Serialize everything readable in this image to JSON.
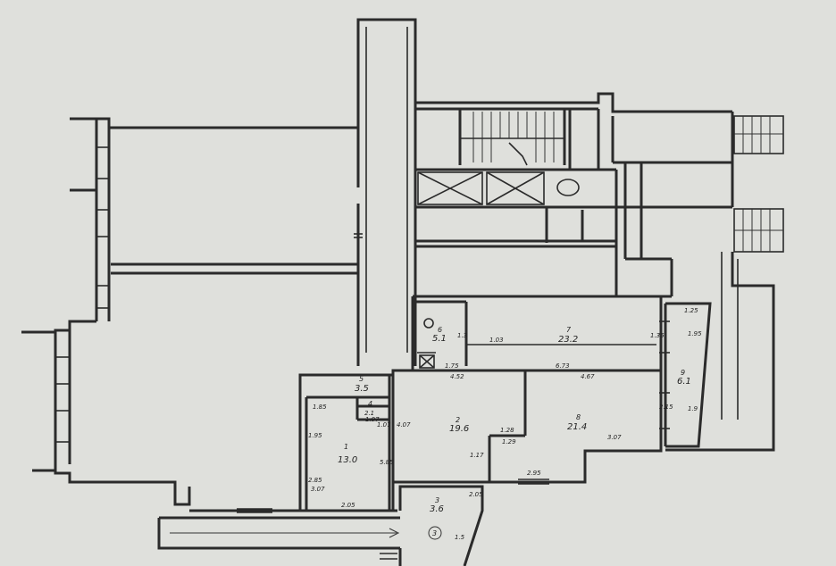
{
  "paper_color": "#dfe0dc",
  "ink_color": "#2b2b2b",
  "rooms": [
    {
      "id": "room-1",
      "number": "1",
      "area": "13.0"
    },
    {
      "id": "room-2",
      "number": "2",
      "area": "19.6"
    },
    {
      "id": "room-3",
      "number": "3",
      "area": "3.6"
    },
    {
      "id": "room-4",
      "number": "4",
      "area": "2.1"
    },
    {
      "id": "room-5",
      "number": "5",
      "area": "3.5"
    },
    {
      "id": "room-6",
      "number": "6",
      "area": "5.1"
    },
    {
      "id": "room-7",
      "number": "7",
      "area": "23.2"
    },
    {
      "id": "room-8",
      "number": "8",
      "area": "21.4"
    },
    {
      "id": "room-9",
      "number": "9",
      "area": "6.1"
    }
  ],
  "dimensions": [
    "1.85",
    "1.07",
    "1.07",
    "4.07",
    "2.05",
    "2.85",
    "5.85",
    "1.95",
    "3.07",
    "4.52",
    "4.67",
    "3.07",
    "2.95",
    "1.28",
    "1.29",
    "1.17",
    "1.03",
    "6.73",
    "1.75",
    "1.3",
    "1.35",
    "1.25",
    "1.95",
    "1.9",
    "2.15",
    "2.05",
    "1.5"
  ],
  "entrance_marker": "3"
}
